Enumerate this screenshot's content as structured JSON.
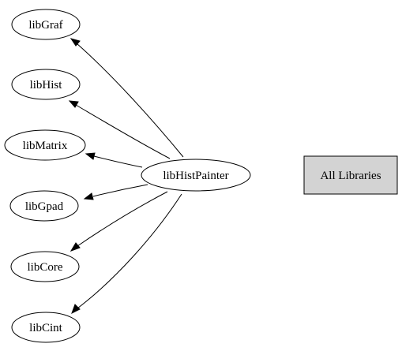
{
  "graph": {
    "center": {
      "id": "libHistPainter",
      "label": "libHistPainter"
    },
    "targets": [
      {
        "id": "libGraf",
        "label": "libGraf"
      },
      {
        "id": "libHist",
        "label": "libHist"
      },
      {
        "id": "libMatrix",
        "label": "libMatrix"
      },
      {
        "id": "libGpad",
        "label": "libGpad"
      },
      {
        "id": "libCore",
        "label": "libCore"
      },
      {
        "id": "libCint",
        "label": "libCint"
      }
    ],
    "edges": [
      {
        "from": "libHistPainter",
        "to": "libGraf"
      },
      {
        "from": "libHistPainter",
        "to": "libHist"
      },
      {
        "from": "libHistPainter",
        "to": "libMatrix"
      },
      {
        "from": "libHistPainter",
        "to": "libGpad"
      },
      {
        "from": "libHistPainter",
        "to": "libCore"
      },
      {
        "from": "libHistPainter",
        "to": "libCint"
      }
    ]
  },
  "all_libraries_button": {
    "label": "All Libraries",
    "fill": "#d3d3d3"
  }
}
